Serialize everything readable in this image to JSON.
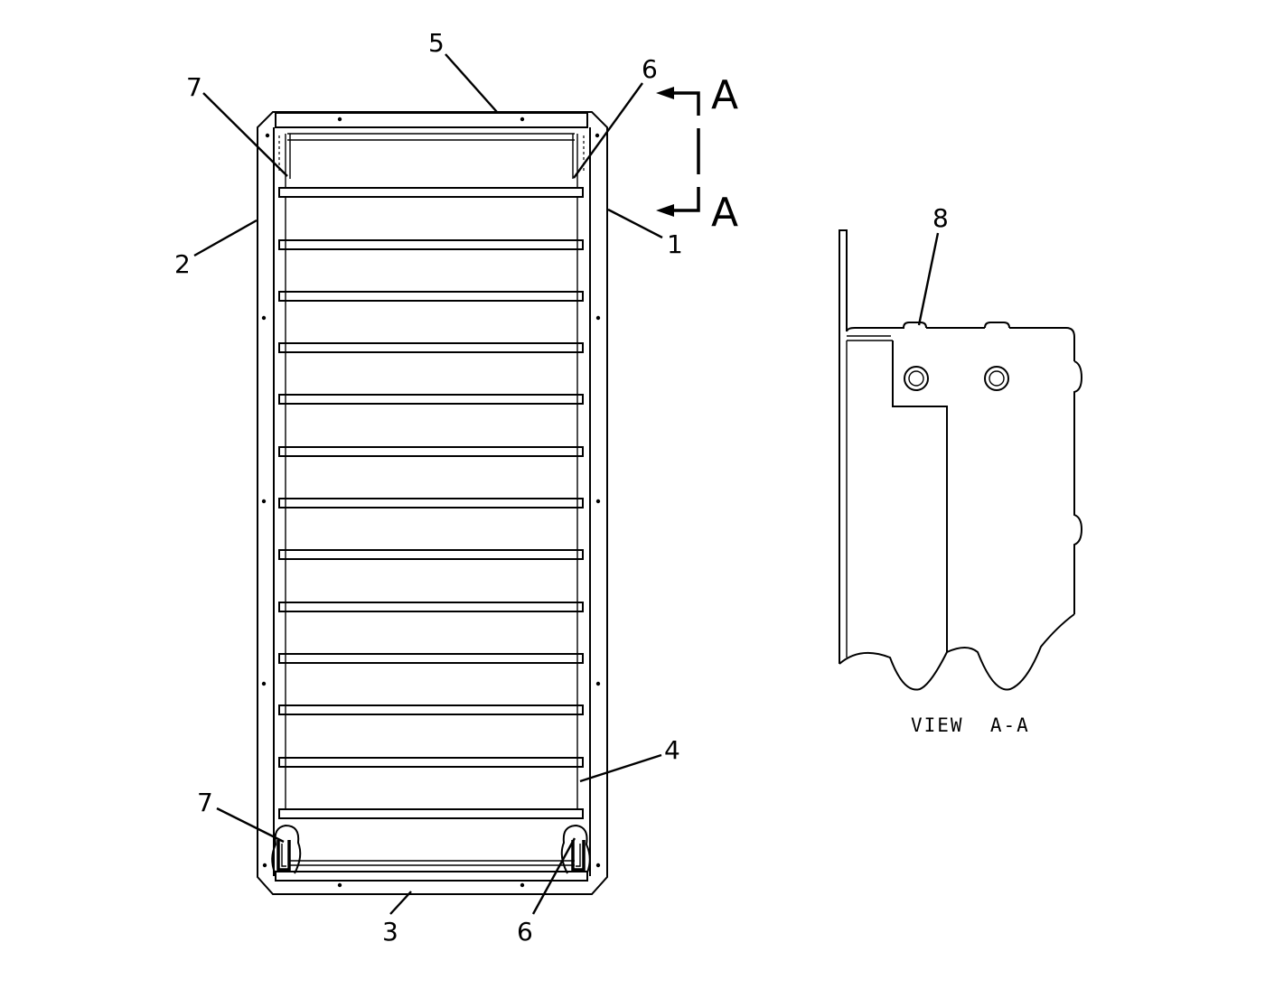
{
  "diagram": {
    "callouts": {
      "c1": "1",
      "c2": "2",
      "c3": "3",
      "c4": "4",
      "c5": "5",
      "c6_top": "6",
      "c6_bottom": "6",
      "c7_top": "7",
      "c7_bottom": "7",
      "c8": "8"
    },
    "section_marker": {
      "top_letter": "A",
      "bottom_letter": "A"
    },
    "view_title": "VIEW  A-A"
  }
}
